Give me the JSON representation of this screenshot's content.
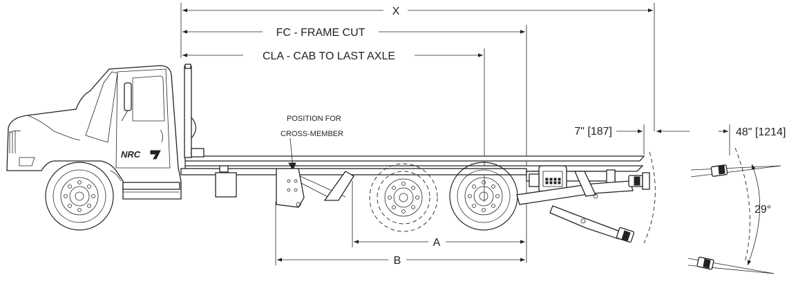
{
  "dimensions": {
    "x": "X",
    "fc": "FC - FRAME CUT",
    "cla": "CLA - CAB TO LAST AXLE",
    "a": "A",
    "b": "B",
    "overhang": "7\" [187]",
    "reach": "48\" [1214]",
    "angle": "29°"
  },
  "notes": {
    "cross_member_line1": "POSITION FOR",
    "cross_member_line2": "CROSS-MEMBER"
  },
  "branding": {
    "door_logo": "NRC"
  }
}
